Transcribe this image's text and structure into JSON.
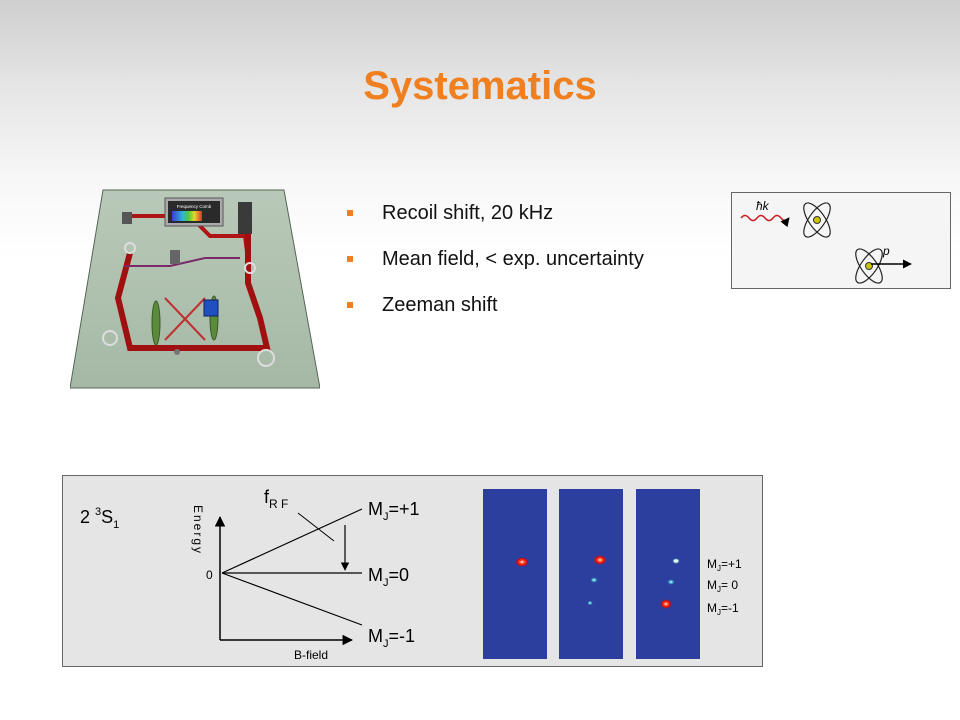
{
  "slide": {
    "title": "Systematics",
    "bullets": [
      "Recoil shift, 20 kHz",
      "Mean field, < exp. uncertainty",
      "Zeeman shift"
    ]
  },
  "setup_image": {
    "label_frequency_comb": "Frequency Comb"
  },
  "recoil_inset": {
    "photon_label": "ħk",
    "momentum_label": "p"
  },
  "zeeman_panel": {
    "state_prefix": "2 ",
    "state_superscript": "3",
    "state_letter": "S",
    "state_subscript": "1",
    "energy_label": "Energy",
    "zero_label": "0",
    "bfield_label": "B-field",
    "rf_main": "f",
    "rf_sub": "R F",
    "levels": [
      {
        "sub": "J",
        "text": "=+1"
      },
      {
        "sub": "J",
        "text": "=0"
      },
      {
        "sub": "J",
        "text": "=-1"
      }
    ],
    "level_letter": "M",
    "image_labels": [
      {
        "sub": "J",
        "text": "=+1"
      },
      {
        "sub": "J",
        "text": "= 0"
      },
      {
        "sub": "J",
        "text": "=-1"
      }
    ]
  },
  "colors": {
    "title": "#f07f1f",
    "bullet": "#f07f1f",
    "panel_bg": "#e5e5e5",
    "absorption_bg": "#2c3f9e"
  }
}
